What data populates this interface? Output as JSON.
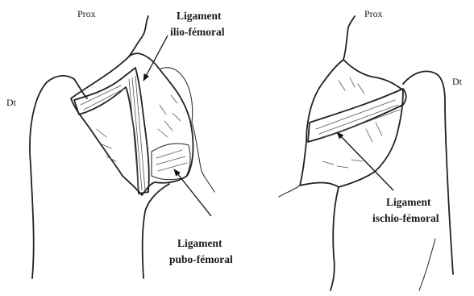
{
  "labels": {
    "left_prox": "Prox",
    "left_dt": "Dt",
    "ilio_line1": "Ligament",
    "ilio_line2": "ilio-fémoral",
    "pubo_line1": "Ligament",
    "pubo_line2": "pubo-fémoral",
    "right_prox": "Prox",
    "right_dt": "Dt",
    "ischio_line1": "Ligament",
    "ischio_line2": "ischio-fémoral"
  }
}
